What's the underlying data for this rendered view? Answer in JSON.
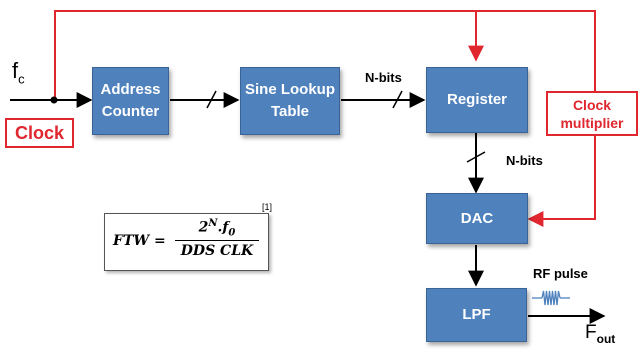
{
  "inputs": {
    "clock_freq_symbol": "f",
    "clock_freq_sub": "c",
    "clock_label": "Clock"
  },
  "blocks": {
    "address_counter": "Address Counter",
    "sine_lookup": "Sine Lookup Table",
    "register": "Register",
    "clock_multiplier": "Clock multiplier",
    "dac": "DAC",
    "lpf": "LPF"
  },
  "bus_labels": {
    "lut_to_register": "N-bits",
    "register_to_dac": "N-bits"
  },
  "formula": {
    "lhs": "FTW =",
    "numerator_base": "2",
    "numerator_exp": "N",
    "numerator_rest": ".f",
    "numerator_sub": "0",
    "denominator": "DDS CLK",
    "reference": "[1]"
  },
  "output": {
    "pulse_label": "RF pulse",
    "freq_symbol": "F",
    "freq_sub": "out"
  },
  "colors": {
    "block_fill": "#4f81bd",
    "accent_red": "#e0262e",
    "wire": "#000000"
  }
}
